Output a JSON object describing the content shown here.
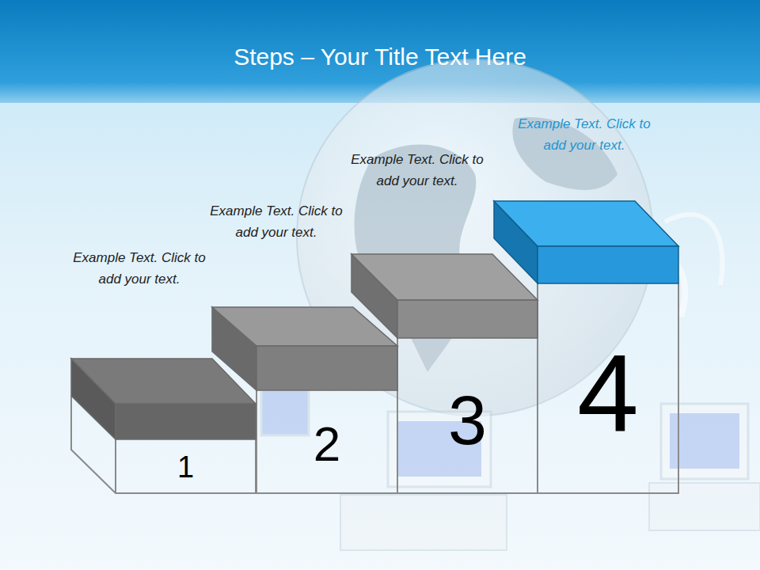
{
  "diagram": {
    "title": "Steps – Your Title Text Here",
    "nodes": [
      {
        "text": [
          "Example Text. Click to add your text.",
          "1"
        ]
      },
      {
        "text": [
          "Example Text. Click to add your text.",
          "2"
        ]
      },
      {
        "text": [
          "Example Text. Click to add your text.",
          "3"
        ]
      },
      {
        "text": [
          "Example Text. Click to add your text.",
          "4"
        ]
      }
    ]
  }
}
